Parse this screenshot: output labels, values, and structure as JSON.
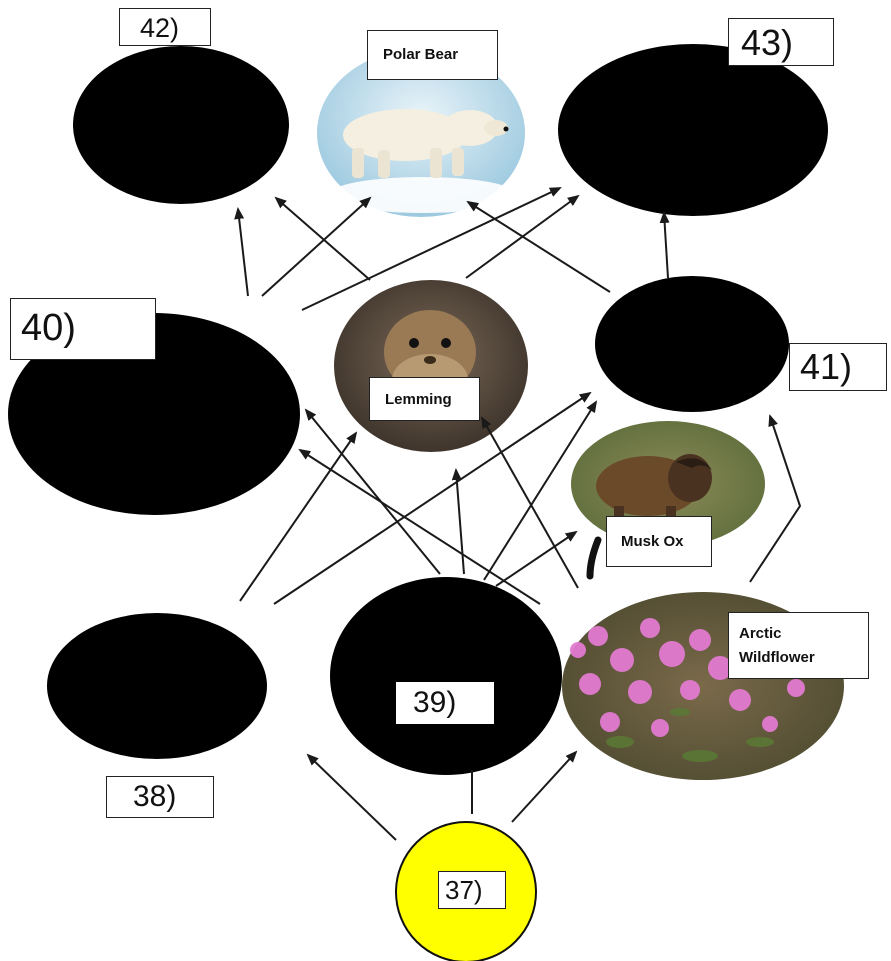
{
  "diagram": {
    "numbered_labels": {
      "n37": "37)",
      "n38": "38)",
      "n39": "39)",
      "n40": "40)",
      "n41": "41)",
      "n42": "42)",
      "n43": "43)"
    },
    "organism_labels": {
      "polar_bear": "Polar Bear",
      "lemming": "Lemming",
      "musk_ox": "Musk Ox",
      "arctic_wildflower_line1": "Arctic",
      "arctic_wildflower_line2": "Wildflower"
    },
    "colors": {
      "blank_node": "#000000",
      "sun_node": "#ffff00",
      "arrow": "#1a1a1a"
    }
  }
}
